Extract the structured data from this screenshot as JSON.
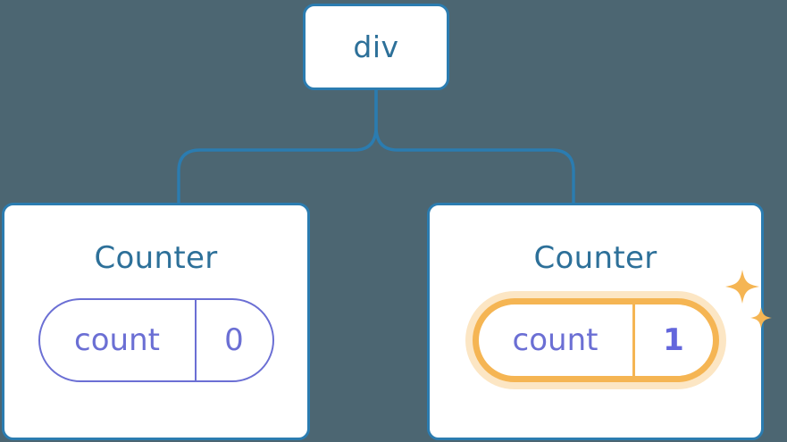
{
  "diagram": {
    "type": "component-tree",
    "background_color": "#4c6672",
    "edge_color": "#2b7cb0",
    "node_border_color": "#2b7cb0",
    "node_fill_color": "#ffffff",
    "title_color": "#2d7099",
    "state_color": "#6b6fd4",
    "highlight_color": "#f5b553",
    "highlight_glow_color": "#fbdcab"
  },
  "root": {
    "label": "div"
  },
  "children": [
    {
      "title": "Counter",
      "state_key": "count",
      "state_value": "0",
      "highlighted": false
    },
    {
      "title": "Counter",
      "state_key": "count",
      "state_value": "1",
      "highlighted": true
    }
  ],
  "icons": {
    "sparkle_large": "sparkle-icon",
    "sparkle_small": "sparkle-icon"
  }
}
